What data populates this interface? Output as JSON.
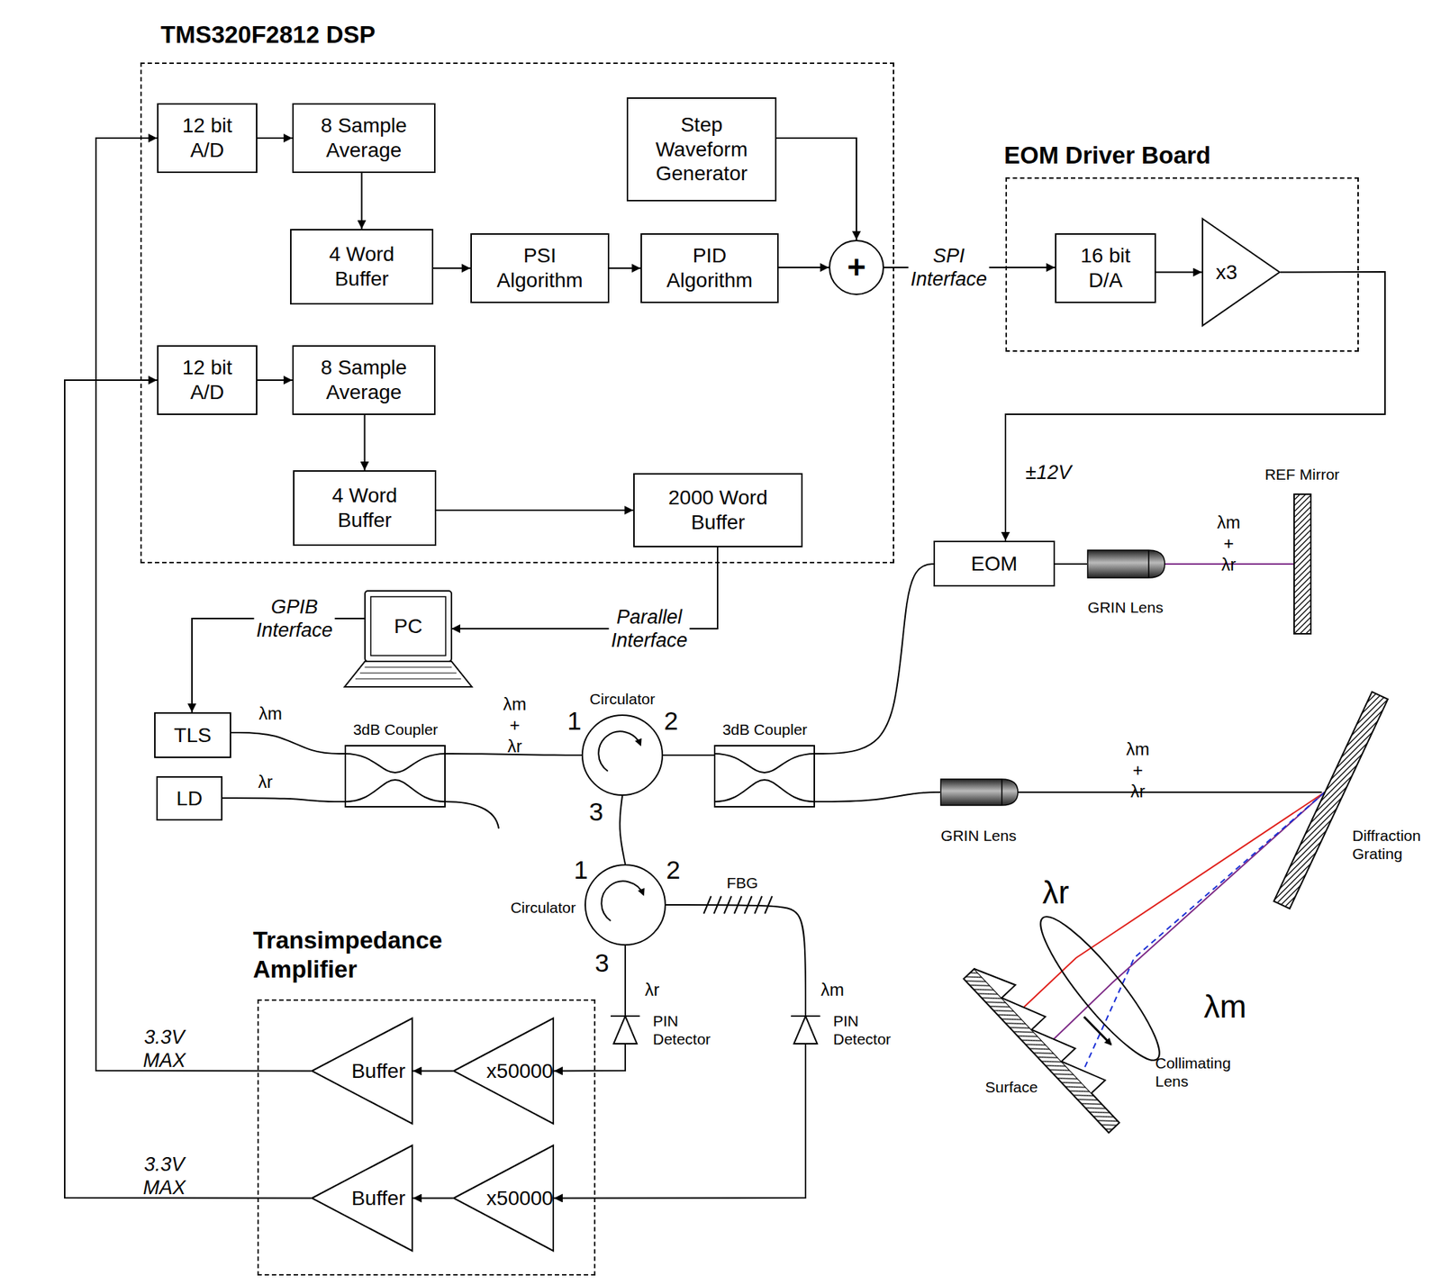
{
  "diagram": {
    "nodes": [
      {
        "text": [
          "TMS320F2812 DSP"
        ]
      },
      {
        "text": [
          "12 bit A/D"
        ],
        "in": 0
      },
      {
        "text": [
          "8 Sample Average"
        ],
        "in": 0
      },
      {
        "text": [
          "Step Waveform Generator"
        ],
        "in": 0
      },
      {
        "text": [
          "4 Word Buffer"
        ],
        "in": 0
      },
      {
        "text": [
          "PSI Algorithm"
        ],
        "in": 0
      },
      {
        "text": [
          "PID Algorithm"
        ],
        "in": 0
      },
      {
        "text": [
          "+"
        ],
        "in": 0
      },
      {
        "text": [
          "12 bit A/D"
        ],
        "in": 0
      },
      {
        "text": [
          "8 Sample Average"
        ],
        "in": 0
      },
      {
        "text": [
          "4 Word Buffer"
        ],
        "in": 0
      },
      {
        "text": [
          "2000 Word Buffer"
        ],
        "in": 0
      },
      {
        "text": [
          "EOM Driver Board"
        ]
      },
      {
        "text": [
          "16 bit D/A"
        ],
        "in": 12
      },
      {
        "text": [
          "x3"
        ],
        "in": 12
      },
      {
        "text": [
          "EOM"
        ]
      },
      {
        "text": [
          "PC"
        ]
      },
      {
        "text": [
          "TLS"
        ]
      },
      {
        "text": [
          "LD"
        ]
      },
      {
        "text": [
          "3dB Coupler"
        ]
      },
      {
        "text": [
          "Circulator"
        ]
      },
      {
        "text": [
          "3dB Coupler"
        ]
      },
      {
        "text": [
          "Circulator"
        ]
      },
      {
        "text": [
          "Transimpedance Amplifier"
        ]
      },
      {
        "text": [
          "x50000"
        ],
        "in": 23
      },
      {
        "text": [
          "Buffer"
        ],
        "in": 23
      },
      {
        "text": [
          "x50000"
        ],
        "in": 23
      },
      {
        "text": [
          "Buffer"
        ],
        "in": 23
      },
      {
        "text": [
          "PIN Detector"
        ]
      },
      {
        "text": [
          "PIN Detector"
        ]
      },
      {
        "text": [
          "GRIN Lens"
        ]
      },
      {
        "text": [
          "GRIN Lens"
        ]
      },
      {
        "text": [
          "REF Mirror"
        ]
      },
      {
        "text": [
          "Diffraction Grating"
        ]
      },
      {
        "text": [
          "Surface"
        ]
      },
      {
        "text": [
          "Collimating Lens"
        ]
      }
    ],
    "edges": [
      {
        "from": 1,
        "to": 2,
        "arrow": "to"
      },
      {
        "from": 2,
        "to": 4,
        "arrow": "to"
      },
      {
        "from": 4,
        "to": 5,
        "arrow": "to"
      },
      {
        "from": 5,
        "to": 6,
        "arrow": "to"
      },
      {
        "from": 6,
        "to": 7,
        "arrow": "to"
      },
      {
        "from": 3,
        "to": 7,
        "arrow": "to"
      },
      {
        "from": 7,
        "to": 13,
        "arrow": "to",
        "label": "SPI Interface"
      },
      {
        "from": 13,
        "to": 14,
        "arrow": "to"
      },
      {
        "from": 14,
        "to": 15,
        "arrow": "to",
        "label": "±12V"
      },
      {
        "from": 8,
        "to": 9,
        "arrow": "to"
      },
      {
        "from": 9,
        "to": 10,
        "arrow": "to"
      },
      {
        "from": 10,
        "to": 11,
        "arrow": "to"
      },
      {
        "from": 11,
        "to": 16,
        "arrow": "to",
        "label": "Parallel Interface"
      },
      {
        "from": 16,
        "to": 17,
        "arrow": "to",
        "label": "GPIB Interface"
      },
      {
        "from": 17,
        "to": 19,
        "arrow": "none",
        "label": "λm"
      },
      {
        "from": 18,
        "to": 19,
        "arrow": "none",
        "label": "λr"
      },
      {
        "from": 19,
        "to": 20,
        "arrow": "none",
        "label": "λm + λr"
      },
      {
        "from": 20,
        "to": 21,
        "arrow": "none"
      },
      {
        "from": 21,
        "to": 15,
        "arrow": "none"
      },
      {
        "from": 21,
        "to": 31,
        "arrow": "none"
      },
      {
        "from": 15,
        "to": 30,
        "arrow": "none"
      },
      {
        "from": 30,
        "to": 32,
        "arrow": "none",
        "label": "λm + λr"
      },
      {
        "from": 31,
        "to": 33,
        "arrow": "none",
        "label": "λm + λr"
      },
      {
        "from": 20,
        "to": 22,
        "arrow": "none"
      },
      {
        "from": 22,
        "to": 28,
        "arrow": "none",
        "label": "λr"
      },
      {
        "from": 22,
        "to": 29,
        "arrow": "none",
        "label": "λm"
      },
      {
        "from": 28,
        "to": 24,
        "arrow": "to"
      },
      {
        "from": 29,
        "to": 26,
        "arrow": "to"
      },
      {
        "from": 24,
        "to": 25,
        "arrow": "to"
      },
      {
        "from": 26,
        "to": 27,
        "arrow": "to"
      },
      {
        "from": 25,
        "to": 1,
        "arrow": "to",
        "label": "3.3V MAX"
      },
      {
        "from": 27,
        "to": 8,
        "arrow": "to",
        "label": "3.3V MAX"
      }
    ],
    "labels": [
      "1",
      "2",
      "3",
      "1",
      "2",
      "3",
      "FBG",
      "λr",
      "λm"
    ]
  }
}
